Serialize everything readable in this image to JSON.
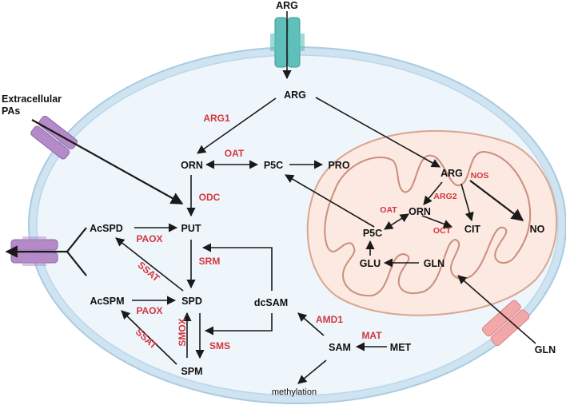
{
  "metabolites": {
    "arg_outside": "ARG",
    "arg_cytosol": "ARG",
    "orn": "ORN",
    "p5c": "P5C",
    "pro": "PRO",
    "put": "PUT",
    "acspd": "AcSPD",
    "acspm": "AcSPM",
    "spd": "SPD",
    "spm": "SPM",
    "dcsam": "dcSAM",
    "sam": "SAM",
    "met": "MET",
    "methylation": "methylation",
    "extracellular_pas": "Extracellular\nPAs",
    "mito_arg": "ARG",
    "mito_orn": "ORN",
    "mito_p5c": "P5C",
    "mito_cit": "CIT",
    "mito_glu": "GLU",
    "mito_gln": "GLN",
    "no": "NO",
    "gln_outside": "GLN"
  },
  "enzymes": {
    "arg1": "ARG1",
    "oat": "OAT",
    "odc": "ODC",
    "paox_top": "PAOX",
    "paox_bottom": "PAOX",
    "ssat_top": "SSAT",
    "ssat_bottom": "SSAT",
    "srm": "SRM",
    "smox": "SMOX",
    "sms": "SMS",
    "amd1": "AMD1",
    "mat": "MAT",
    "arg2": "ARG2",
    "nos": "NOS",
    "mito_oat": "OAT",
    "oct": "OCT"
  },
  "colors": {
    "membrane": "#b9d7ea",
    "cell_fill": "#eaf3fa",
    "mito_outer": "#d9a58f",
    "mito_fill": "#fbe9e2",
    "enzyme": "#d2373f",
    "transporter_arg": "#5fc0bb",
    "transporter_pas": "#b48ac9",
    "transporter_gln": "#f2a8a8"
  }
}
